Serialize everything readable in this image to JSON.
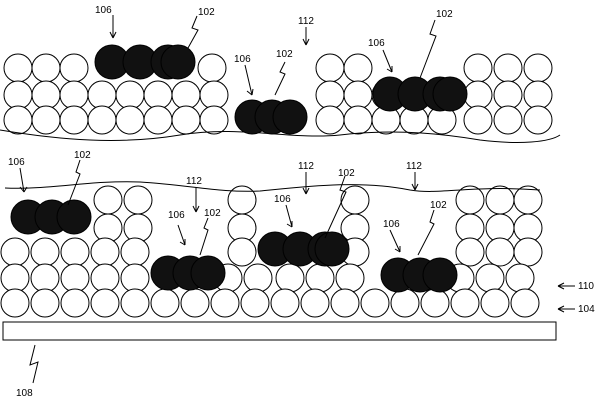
{
  "labels": {
    "electrode_layer": "110",
    "substrate_interface": "104",
    "substrate": "108",
    "binder_cluster": "106",
    "particle": "102",
    "gap": "112"
  },
  "colors": {
    "outline": "#000000",
    "dark_particle": "#111111",
    "background": "#ffffff"
  }
}
